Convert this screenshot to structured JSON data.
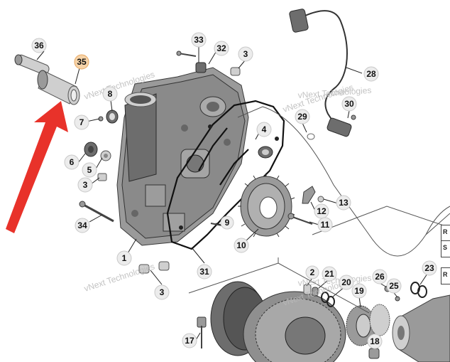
{
  "watermark_text": "vNext Technologies",
  "edge_labels": [
    "R",
    "S",
    "R"
  ],
  "colors": {
    "arrow": "#e8322a",
    "highlight_callout": "#f6d3a8"
  },
  "callouts": [
    {
      "id": "36",
      "label": "36"
    },
    {
      "id": "35",
      "label": "35",
      "highlight": true
    },
    {
      "id": "33",
      "label": "33"
    },
    {
      "id": "32",
      "label": "32"
    },
    {
      "id": "3a",
      "label": "3"
    },
    {
      "id": "28",
      "label": "28"
    },
    {
      "id": "8",
      "label": "8"
    },
    {
      "id": "7",
      "label": "7"
    },
    {
      "id": "30",
      "label": "30"
    },
    {
      "id": "29",
      "label": "29"
    },
    {
      "id": "4",
      "label": "4"
    },
    {
      "id": "6",
      "label": "6"
    },
    {
      "id": "5",
      "label": "5"
    },
    {
      "id": "3b",
      "label": "3"
    },
    {
      "id": "13",
      "label": "13"
    },
    {
      "id": "12",
      "label": "12"
    },
    {
      "id": "34",
      "label": "34"
    },
    {
      "id": "9",
      "label": "9"
    },
    {
      "id": "11",
      "label": "11"
    },
    {
      "id": "10",
      "label": "10"
    },
    {
      "id": "1",
      "label": "1"
    },
    {
      "id": "31",
      "label": "31"
    },
    {
      "id": "3c",
      "label": "3"
    },
    {
      "id": "2",
      "label": "2"
    },
    {
      "id": "21",
      "label": "21"
    },
    {
      "id": "20",
      "label": "20"
    },
    {
      "id": "19",
      "label": "19"
    },
    {
      "id": "26",
      "label": "26"
    },
    {
      "id": "25",
      "label": "25"
    },
    {
      "id": "23",
      "label": "23"
    },
    {
      "id": "17",
      "label": "17"
    },
    {
      "id": "18",
      "label": "18"
    }
  ]
}
